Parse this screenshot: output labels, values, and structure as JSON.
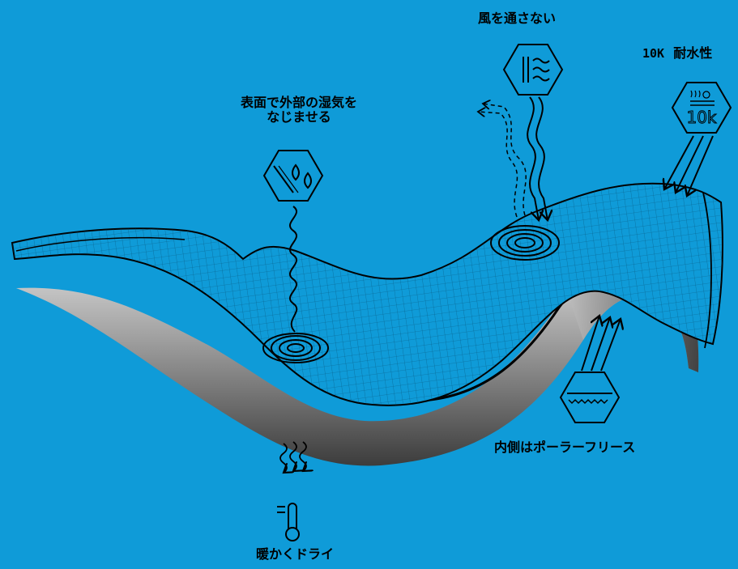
{
  "labels": {
    "windproof": "風を通さない",
    "waterproof_prefix": "10K",
    "waterproof_suffix": "耐水性",
    "surface_moisture_line1": "表面で外部の湿気を",
    "surface_moisture_line2": "なじませる",
    "inner_fleece": "内側はポーラーフリース",
    "warm_dry": "暖かくドライ"
  },
  "icons": {
    "waterproof_icon_text": "10k"
  },
  "colors": {
    "background": "#0f9bd8",
    "line": "#0b0b0b",
    "mesh": "#0a4f73",
    "fleece_dark": "#4a4a4a",
    "fleece_light": "#c9c9c9"
  }
}
